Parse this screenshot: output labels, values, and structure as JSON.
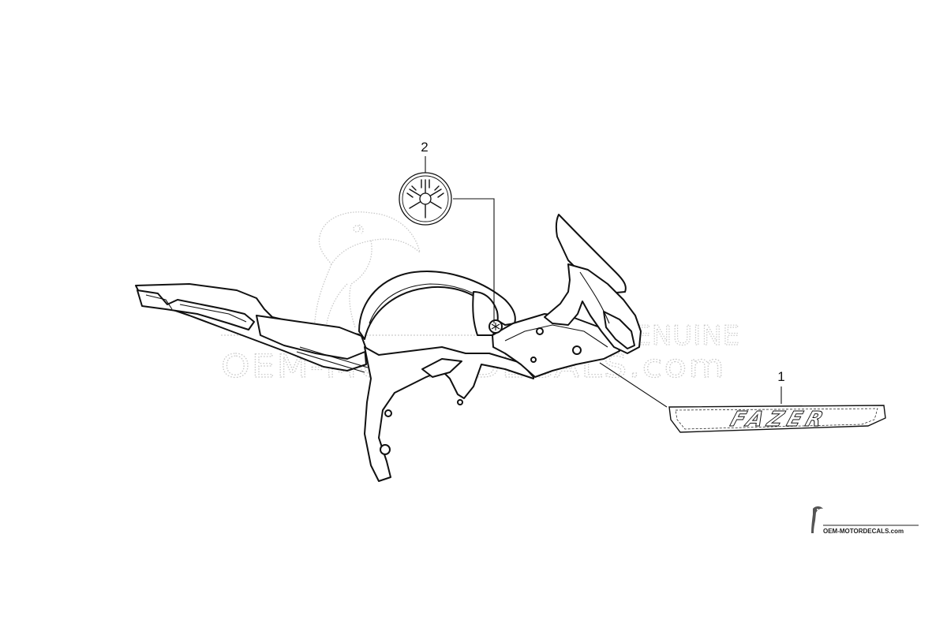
{
  "callouts": [
    {
      "number": "1",
      "part": "side-panel-decal"
    },
    {
      "number": "2",
      "part": "tuning-fork-emblem"
    }
  ],
  "decal_lettering": "FAZER",
  "watermark": {
    "line1": "GENUINE",
    "line2": "OEM-MOTORDECALS.com"
  },
  "footer": {
    "url": "OEM-MOTORDECALS.com"
  },
  "colors": {
    "line": "#111111",
    "watermark": "#c9c9c9",
    "background": "#ffffff"
  }
}
